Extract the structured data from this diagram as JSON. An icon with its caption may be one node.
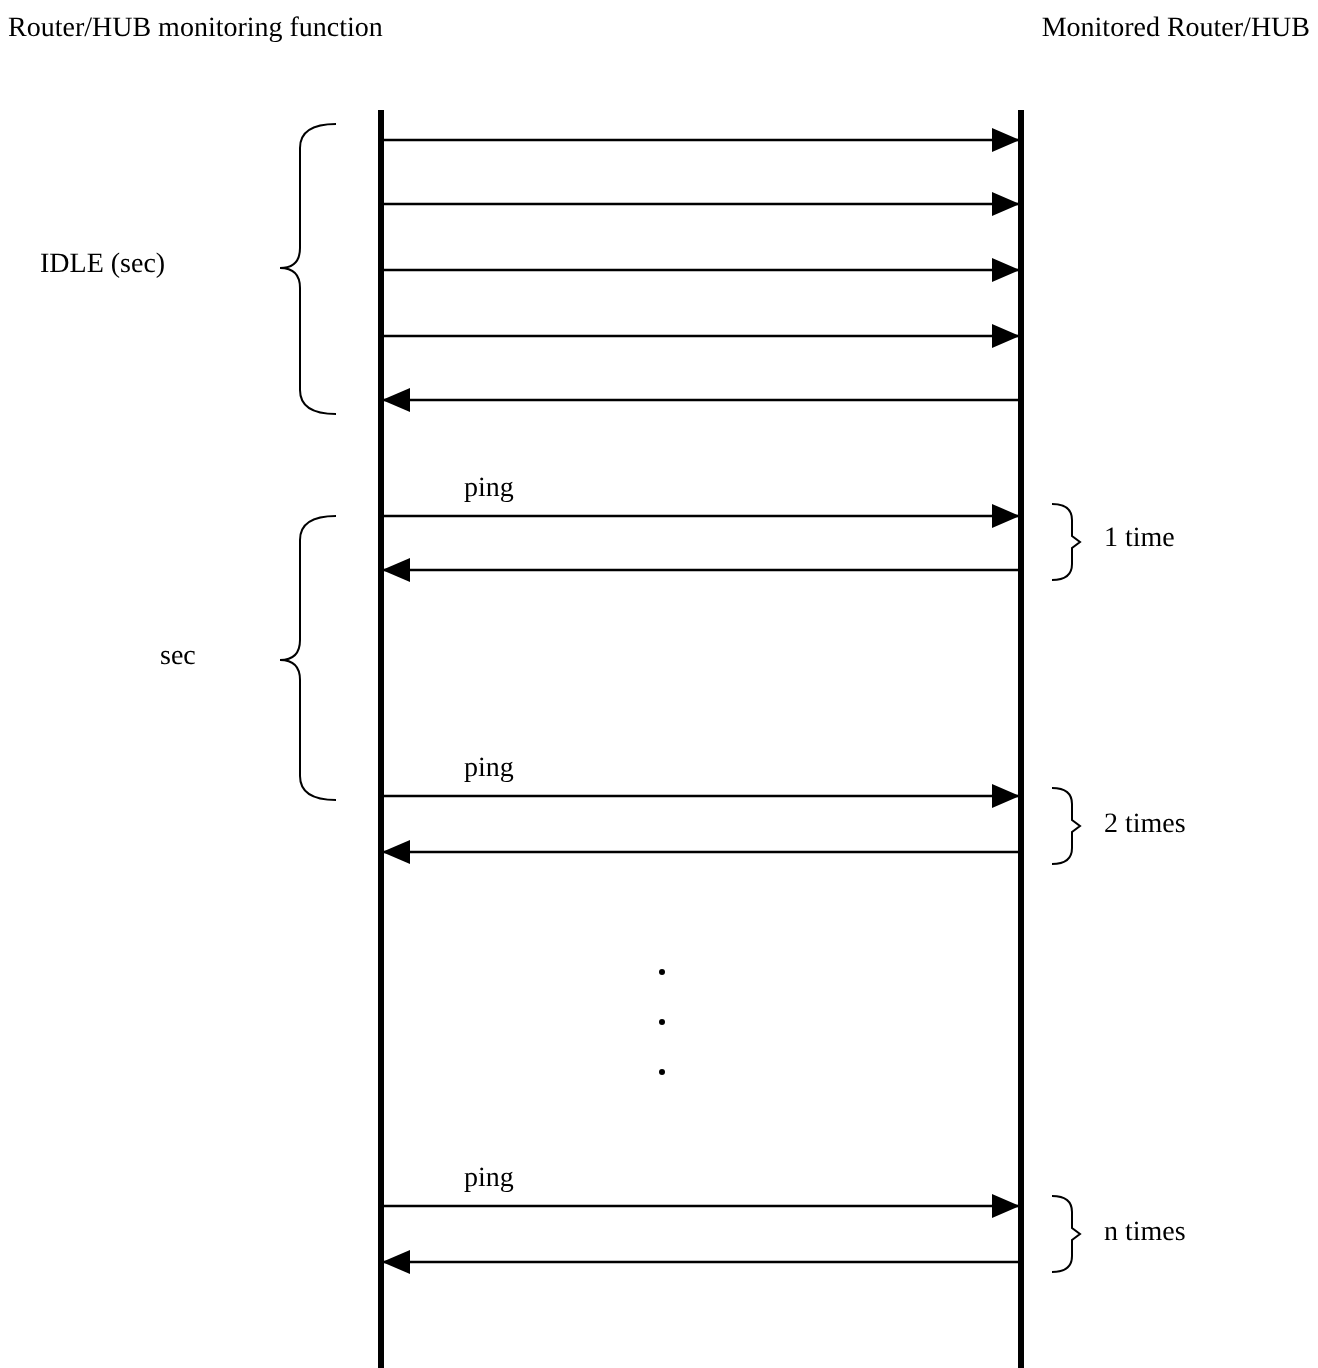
{
  "diagram": {
    "nodes": [
      {
        "text": [],
        "shape": "bar"
      },
      {
        "text": [],
        "shape": "bar"
      }
    ],
    "edges": [
      {
        "from": 0,
        "to": 1,
        "arrow": "to"
      },
      {
        "from": 0,
        "to": 1,
        "arrow": "to"
      },
      {
        "from": 0,
        "to": 1,
        "arrow": "to"
      },
      {
        "from": 0,
        "to": 1,
        "arrow": "to"
      },
      {
        "from": 1,
        "to": 0,
        "arrow": "to"
      },
      {
        "from": 0,
        "to": 1,
        "arrow": "to",
        "label": "ping"
      },
      {
        "from": 1,
        "to": 0,
        "arrow": "to"
      },
      {
        "from": 0,
        "to": 1,
        "arrow": "to",
        "label": "ping"
      },
      {
        "from": 1,
        "to": 0,
        "arrow": "to"
      },
      {
        "from": 0,
        "to": 1,
        "arrow": "to",
        "label": "ping"
      },
      {
        "from": 1,
        "to": 0,
        "arrow": "to"
      }
    ],
    "labels": [
      "Router/HUB monitoring function",
      "Monitored Router/HUB",
      "IDLE (sec)",
      "sec",
      "1 time",
      "2 times",
      "n times"
    ]
  }
}
